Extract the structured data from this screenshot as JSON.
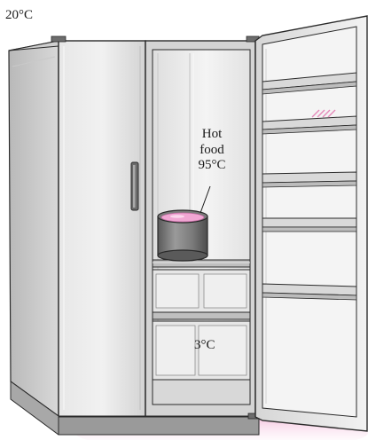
{
  "labels": {
    "ambient_temperature": "20°C",
    "hot_food_line1": "Hot",
    "hot_food_line2": "food",
    "hot_food_temperature": "95°C",
    "fridge_temperature": "3°C"
  },
  "icons": {
    "refrigerator": "side-by-side-refrigerator-icon",
    "pot": "cooking-pot-icon"
  },
  "colors": {
    "fridge_body": "#d9d9d9",
    "fridge_shadow": "#b5b5b5",
    "interior": "#eeeeee",
    "hot_liquid": "#f0a6d3",
    "floor_glow": "#f6c8e2",
    "outline": "#2a2a2a"
  }
}
